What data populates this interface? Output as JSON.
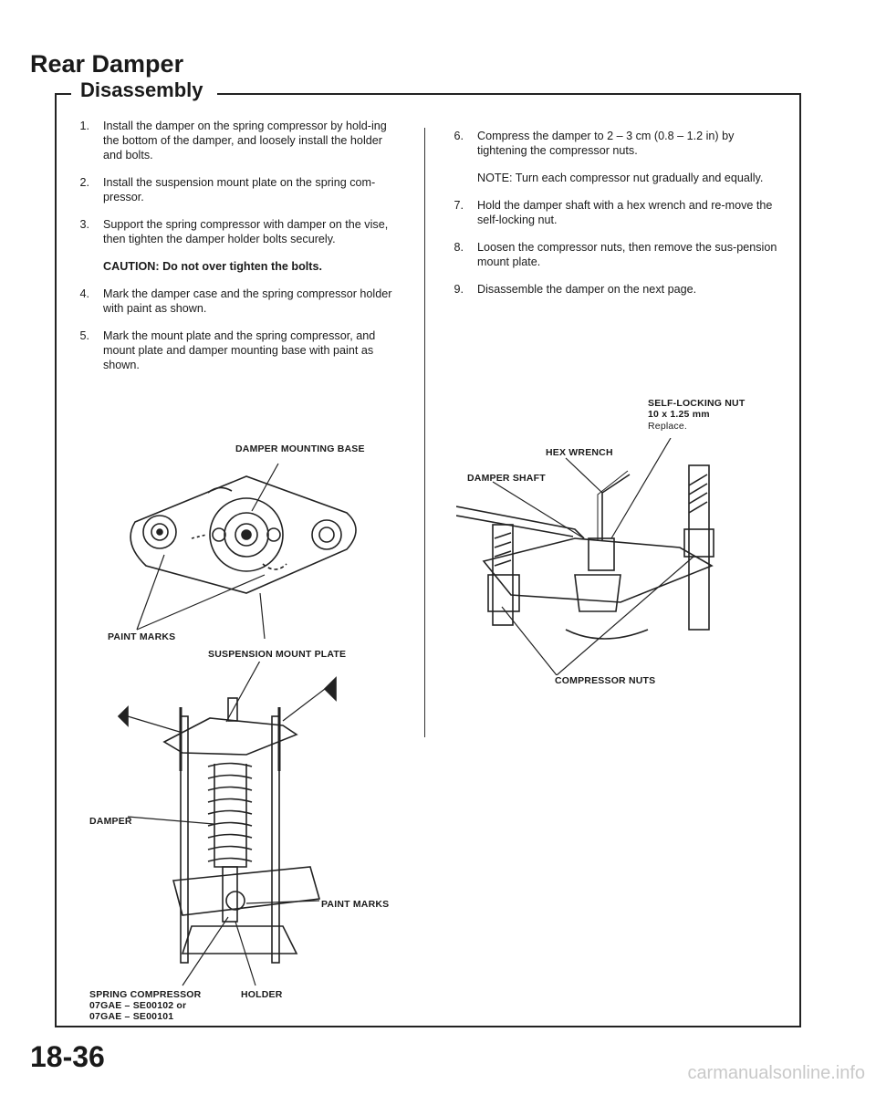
{
  "header": {
    "title": "Rear Damper",
    "section": "Disassembly"
  },
  "steps_left": [
    {
      "num": "1.",
      "text": "Install the damper on the spring compressor by hold-ing the bottom of the damper, and loosely install the holder and bolts."
    },
    {
      "num": "2.",
      "text": "Install the suspension mount plate on the spring com-pressor."
    },
    {
      "num": "3.",
      "text": "Support the spring compressor with damper on the vise, then tighten the damper holder bolts securely."
    },
    {
      "num": "4.",
      "text": "Mark the damper case and the spring compressor holder with paint as shown."
    },
    {
      "num": "5.",
      "text": "Mark the mount plate and the spring compressor, and mount plate and damper mounting base with paint as shown."
    }
  ],
  "caution": {
    "label": "CAUTION:",
    "text": "Do not over tighten the bolts."
  },
  "steps_right": [
    {
      "num": "6.",
      "text": "Compress the damper to 2 – 3 cm (0.8 – 1.2 in) by tightening the compressor nuts."
    },
    {
      "num": "7.",
      "text": "Hold the damper shaft with a hex wrench and re-move the self-locking nut."
    },
    {
      "num": "8.",
      "text": "Loosen the compressor nuts, then remove the sus-pension mount plate."
    },
    {
      "num": "9.",
      "text": "Disassemble the damper on the next page."
    }
  ],
  "note": "NOTE: Turn each compressor nut gradually and equally.",
  "figure_left_top": {
    "label_base": "DAMPER MOUNTING BASE",
    "label_paint": "PAINT MARKS",
    "label_plate": "SUSPENSION MOUNT PLATE"
  },
  "figure_left_bottom": {
    "label_damper": "DAMPER",
    "label_paint": "PAINT MARKS",
    "label_compressor": "SPRING COMPRESSOR",
    "label_part1": "07GAE – SE00102 or",
    "label_part2": "07GAE – SE00101",
    "label_holder": "HOLDER"
  },
  "figure_right": {
    "label_nut": "SELF-LOCKING NUT",
    "label_nut_size": "10 x 1.25 mm",
    "label_replace": "Replace.",
    "label_wrench": "HEX WRENCH",
    "label_shaft": "DAMPER SHAFT",
    "label_nuts": "COMPRESSOR NUTS"
  },
  "footer": {
    "page_number": "18-36",
    "watermark": "carmanualsonline.info"
  }
}
